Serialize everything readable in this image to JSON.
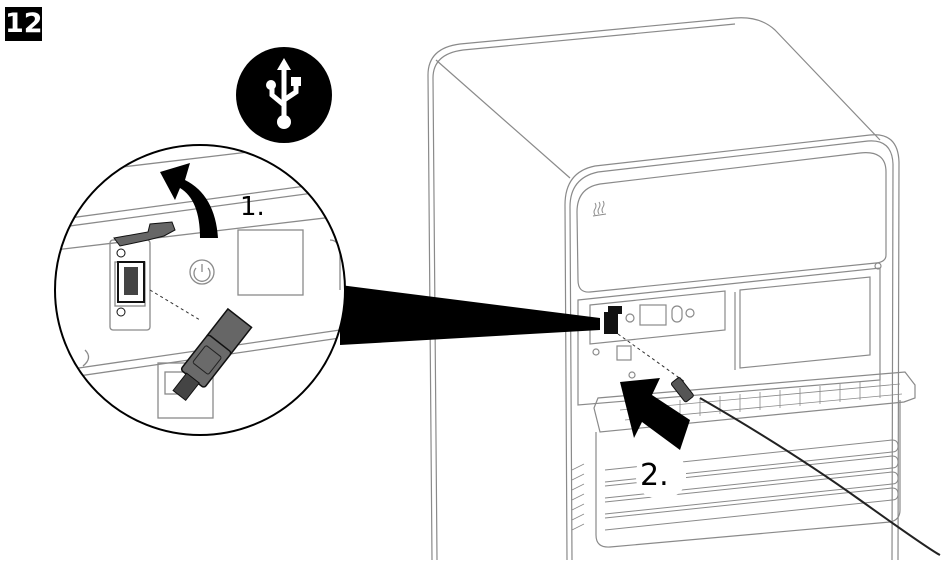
{
  "step": {
    "number": "12"
  },
  "icons": {
    "badge": "usb-icon",
    "power": "power-icon",
    "heat_warning": "hot-surface-icon"
  },
  "callouts": [
    {
      "label": "1.",
      "description": "open-port-cover"
    },
    {
      "label": "2.",
      "description": "insert-usb-cable"
    }
  ],
  "colors": {
    "line": "#8a8a8a",
    "ink": "#000000",
    "background": "#ffffff"
  }
}
